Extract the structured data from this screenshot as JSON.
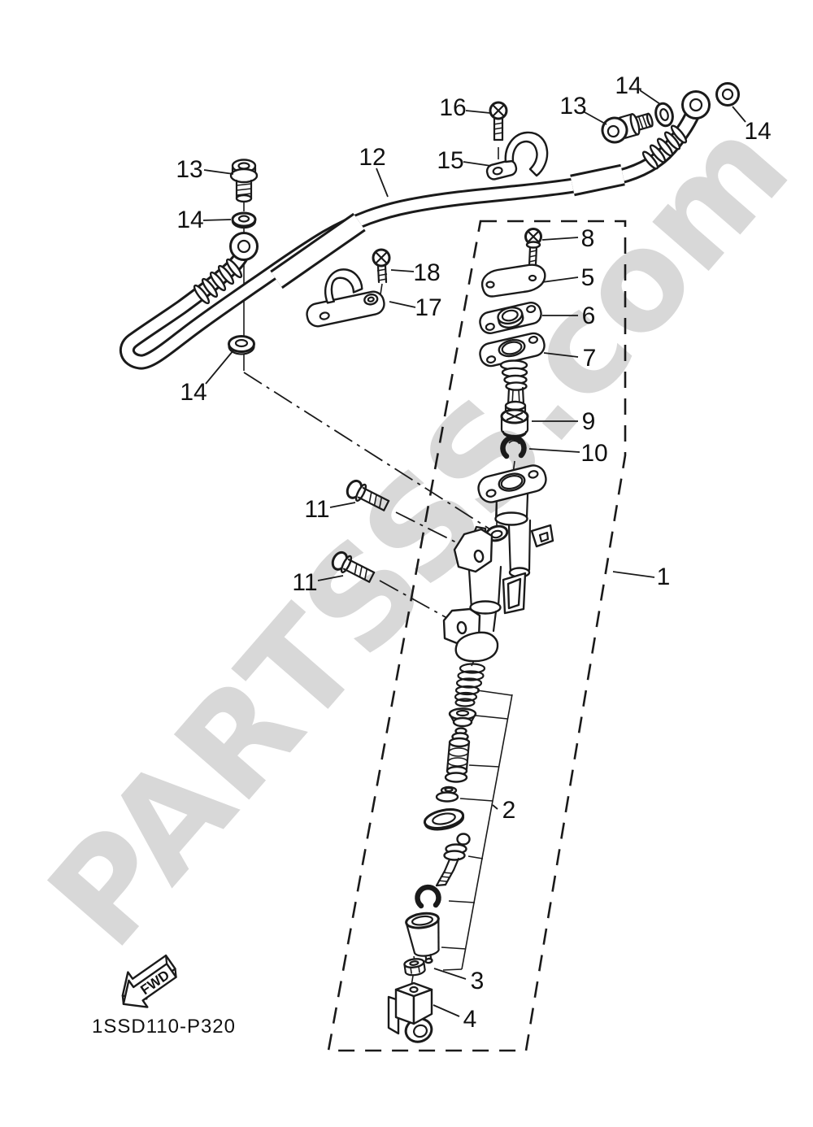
{
  "watermark": {
    "text": "PARTSSS.com",
    "color": "#d8d8d8"
  },
  "footer": {
    "diagram_code": "1SSD110-P320",
    "fwd_label": "FWD"
  },
  "callouts": [
    "13",
    "14",
    "12",
    "16",
    "13",
    "14",
    "14",
    "15",
    "18",
    "17",
    "14",
    "8",
    "5",
    "6",
    "7",
    "9",
    "10",
    "11",
    "11",
    "1",
    "2",
    "3",
    "4"
  ]
}
